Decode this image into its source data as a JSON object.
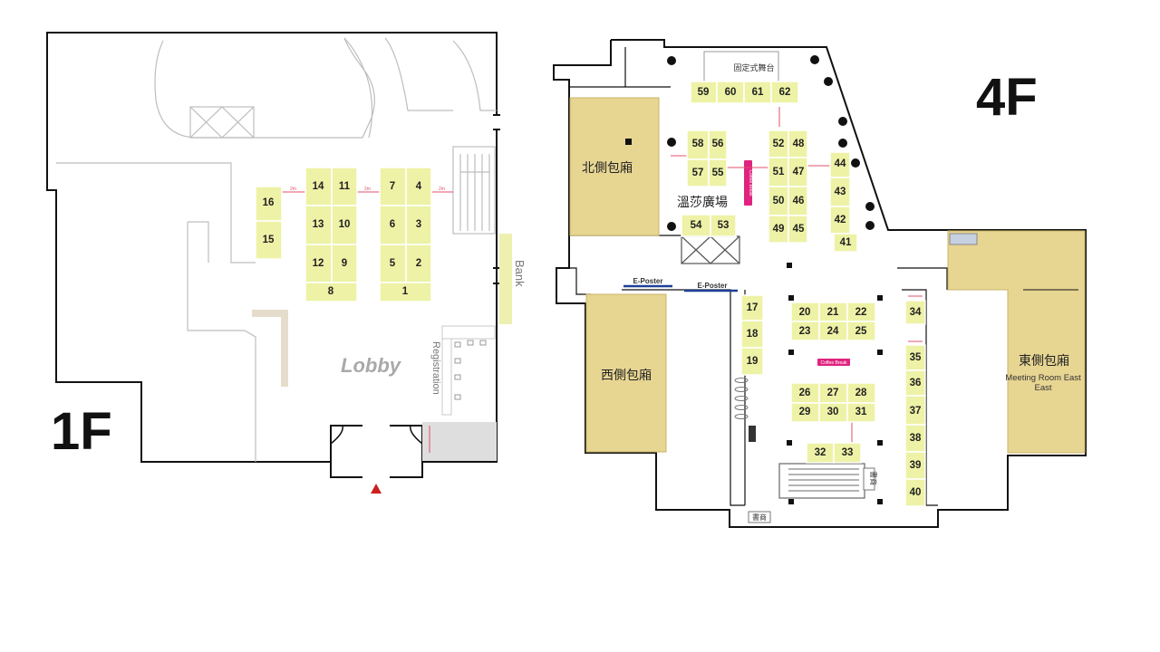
{
  "floors": {
    "first": "1F",
    "fourth": "4F"
  },
  "labels_1f": {
    "lobby": "Lobby",
    "bank": "Bank",
    "registration": "Registration"
  },
  "labels_4f": {
    "stage": "固定式舞台",
    "north_room": "北側包廂",
    "west_room": "西側包廂",
    "east_room": "東側包廂",
    "east_room_en": "Meeting Room East",
    "plaza": "溫莎廣場",
    "eposter": "E-Poster",
    "coffee_break": "Coffee Break",
    "bookstore": "書商"
  },
  "booths_1f": [
    "1",
    "2",
    "3",
    "4",
    "5",
    "6",
    "7",
    "8",
    "9",
    "10",
    "11",
    "12",
    "13",
    "14",
    "15",
    "16"
  ],
  "booths_4f": [
    "17",
    "18",
    "19",
    "20",
    "21",
    "22",
    "23",
    "24",
    "25",
    "26",
    "27",
    "28",
    "29",
    "30",
    "31",
    "32",
    "33",
    "34",
    "35",
    "36",
    "37",
    "38",
    "39",
    "40",
    "41",
    "42",
    "43",
    "44",
    "45",
    "46",
    "47",
    "48",
    "49",
    "50",
    "51",
    "52",
    "53",
    "54",
    "55",
    "56",
    "57",
    "58",
    "59",
    "60",
    "61",
    "62"
  ],
  "colors": {
    "booth": "#eef2a6",
    "room": "#e7d592",
    "coffee": "#e0237f",
    "eposter": "#1f3f96",
    "entrance": "#cc1f1f",
    "measure": "#e0506a"
  }
}
